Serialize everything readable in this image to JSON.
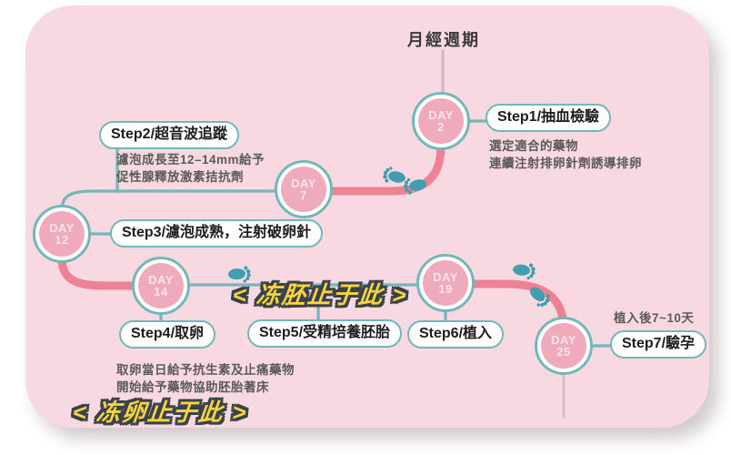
{
  "card": {
    "title": "月經週期"
  },
  "days": [
    {
      "prefix": "DAY",
      "number": "2"
    },
    {
      "prefix": "DAY",
      "number": "7"
    },
    {
      "prefix": "DAY",
      "number": "12"
    },
    {
      "prefix": "DAY",
      "number": "14"
    },
    {
      "prefix": "DAY",
      "number": "19"
    },
    {
      "prefix": "DAY",
      "number": "25"
    }
  ],
  "steps": {
    "s1": {
      "label": "Step1/抽血檢驗",
      "note1": "選定適合的藥物",
      "note2": "連續注射排卵針劑誘導排卵"
    },
    "s2": {
      "label": "Step2/超音波追蹤",
      "note1": "濾泡成長至12–14mm給予",
      "note2": "促性腺釋放激素拮抗劑"
    },
    "s3": {
      "label": "Step3/濾泡成熟，注射破卵針"
    },
    "s4": {
      "label": "Step4/取卵",
      "note1": "取卵當日給予抗生素及止痛藥物",
      "note2": "開始給予藥物協助胚胎著床"
    },
    "s5": {
      "label": "Step5/受精培養胚胎"
    },
    "s6": {
      "label": "Step6/植入"
    },
    "s7": {
      "label": "Step7/驗孕",
      "note_above": "植入後7~10天"
    }
  },
  "banners": {
    "freeze_embryo": "< 冻胚止于此 >",
    "freeze_egg": "< 冻卵止于此 >"
  },
  "colors": {
    "card_bg": "#f8d9e1",
    "path_red": "#ec8294",
    "path_teal": "#74b7b9",
    "circle_fill": "#efabbc",
    "footprint": "#3f9fae",
    "banner_yellow": "#f9d43c",
    "banner_outline": "#39414d",
    "title_line": "#d8b7c0",
    "tail_line": "#dcc0c9"
  }
}
